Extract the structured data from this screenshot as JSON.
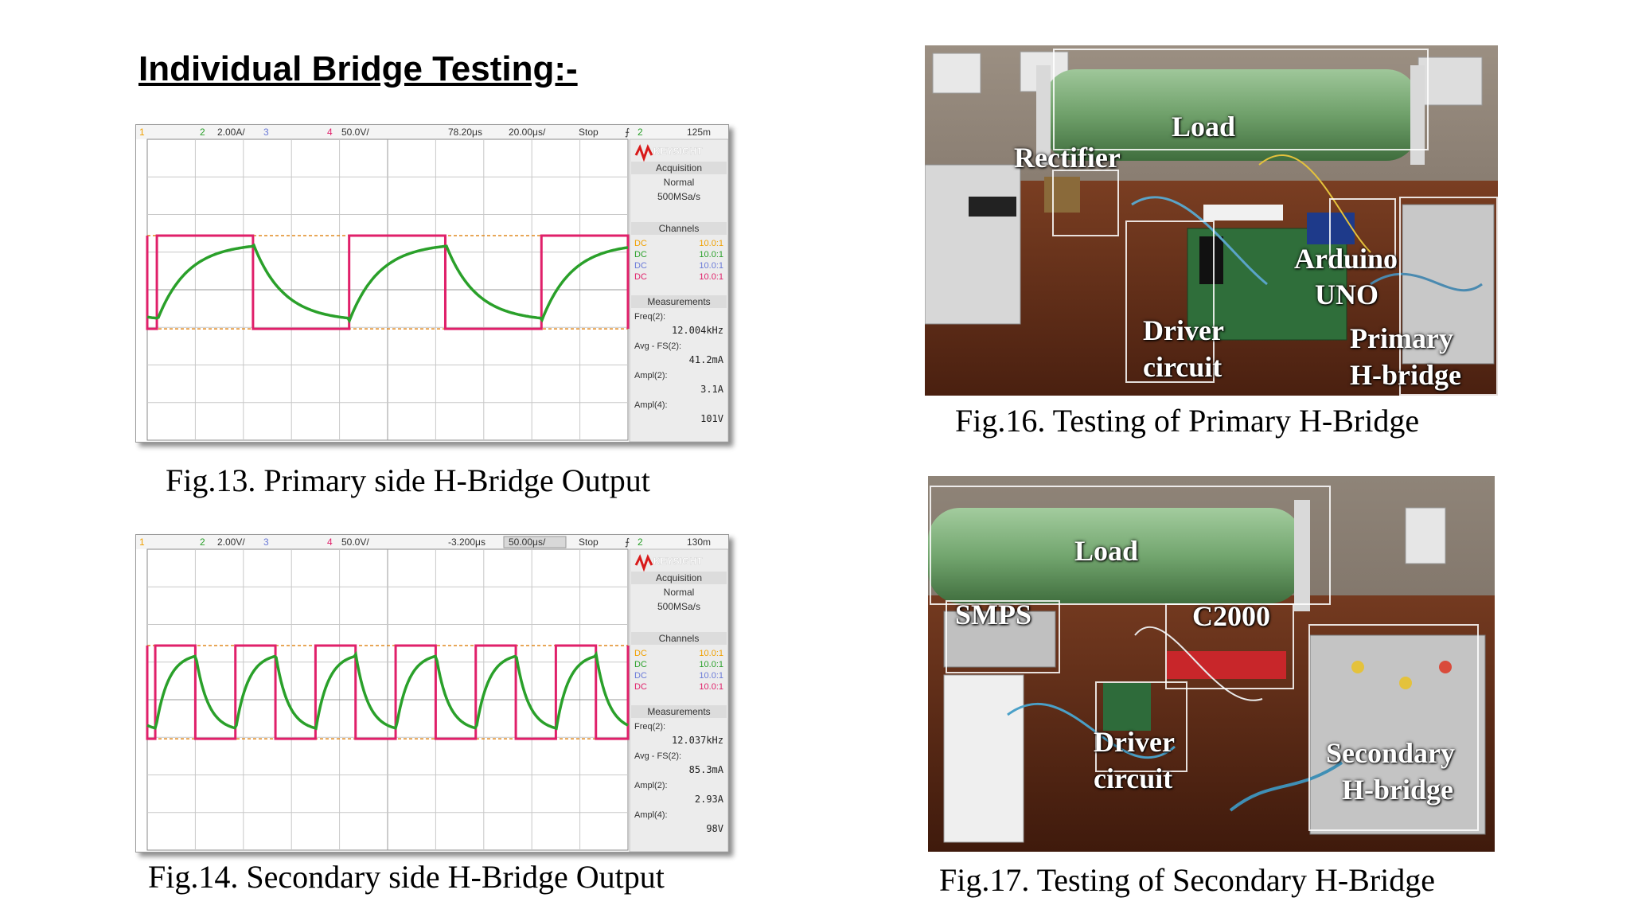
{
  "page": {
    "title": "Individual Bridge Testing:-"
  },
  "scopes": [
    {
      "id": "primary",
      "caption": "Fig.13. Primary side H-Bridge Output",
      "top": {
        "ch1": "1",
        "ch2": "2",
        "ch2_scale": "2.00A/",
        "ch3": "3",
        "ch4": "4",
        "ch4_scale": "50.0V/",
        "delay": "78.20μs",
        "timebase": "20.00μs/",
        "state": "Stop",
        "trig_icon": "⨍",
        "trig_ch": "2",
        "trig_level": "125m"
      },
      "brand": "KEYSIGHT",
      "acquisition": {
        "title": "Acquisition",
        "mode": "Normal",
        "rate": "500MSa/s"
      },
      "channels": {
        "title": "Channels",
        "rows": [
          {
            "coupling": "DC",
            "probe": "10.0:1",
            "color": "#f0a000"
          },
          {
            "coupling": "DC",
            "probe": "10.0:1",
            "color": "#2aa02a"
          },
          {
            "coupling": "DC",
            "probe": "10.0:1",
            "color": "#6a7ad8"
          },
          {
            "coupling": "DC",
            "probe": "10.0:1",
            "color": "#e0206a"
          }
        ]
      },
      "measurements": {
        "title": "Measurements",
        "rows": [
          {
            "label": "Freq(2):",
            "value": "12.004kHz"
          },
          {
            "label": "Avg - FS(2):",
            "value": "41.2mA"
          },
          {
            "label": "Ampl(2):",
            "value": "3.1A"
          },
          {
            "label": "Ampl(4):",
            "value": "101V"
          }
        ]
      },
      "wave_cycles": 2.5
    },
    {
      "id": "secondary",
      "caption": "Fig.14. Secondary side H-Bridge Output",
      "top": {
        "ch1": "1",
        "ch2": "2",
        "ch2_scale": "2.00V/",
        "ch3": "3",
        "ch4": "4",
        "ch4_scale": "50.0V/",
        "delay": "-3.200μs",
        "timebase": "50.00μs/",
        "state": "Stop",
        "trig_icon": "⨍",
        "trig_ch": "2",
        "trig_level": "130m"
      },
      "brand": "KEYSIGHT",
      "acquisition": {
        "title": "Acquisition",
        "mode": "Normal",
        "rate": "500MSa/s"
      },
      "channels": {
        "title": "Channels",
        "rows": [
          {
            "coupling": "DC",
            "probe": "10.0:1",
            "color": "#f0a000"
          },
          {
            "coupling": "DC",
            "probe": "10.0:1",
            "color": "#2aa02a"
          },
          {
            "coupling": "DC",
            "probe": "10.0:1",
            "color": "#6a7ad8"
          },
          {
            "coupling": "DC",
            "probe": "10.0:1",
            "color": "#e0206a"
          }
        ]
      },
      "measurements": {
        "title": "Measurements",
        "rows": [
          {
            "label": "Freq(2):",
            "value": "12.037kHz"
          },
          {
            "label": "Avg - FS(2):",
            "value": "85.3mA"
          },
          {
            "label": "Ampl(2):",
            "value": "2.93A"
          },
          {
            "label": "Ampl(4):",
            "value": "98V"
          }
        ]
      },
      "wave_cycles": 6
    }
  ],
  "photos": [
    {
      "id": "primary-setup",
      "caption": "Fig.16. Testing of Primary H-Bridge",
      "labels": [
        "Load",
        "Rectifier",
        "Arduino",
        "UNO",
        "Driver",
        "circuit",
        "Primary",
        "H-bridge"
      ]
    },
    {
      "id": "secondary-setup",
      "caption": "Fig.17. Testing of Secondary H-Bridge",
      "labels": [
        "Load",
        "SMPS",
        "C2000",
        "Driver",
        "circuit",
        "Secondary",
        "H-bridge"
      ]
    }
  ],
  "colors": {
    "wave_current": "#2aa02a",
    "wave_voltage": "#e0206a",
    "cursor": "#e08a20",
    "panel": "#eeeeee"
  }
}
